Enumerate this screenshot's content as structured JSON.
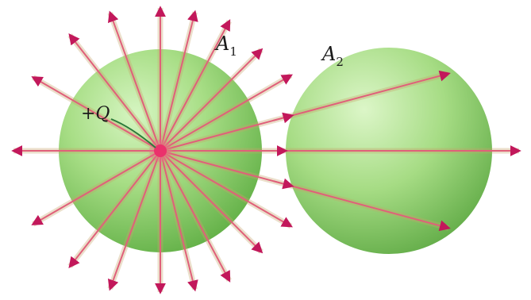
{
  "labels": {
    "charge": "+Q",
    "surface1": "A",
    "surface1_sub": "1",
    "surface2": "A",
    "surface2_sub": "2"
  },
  "colors": {
    "sphere": "#8fd06e",
    "sphere_dark": "#5fae44",
    "field_line": "#e0607a",
    "arrow": "#c2185b",
    "charge": "#e8185a",
    "leader": "#2a7a3a",
    "text": "#1a1a1a"
  }
}
